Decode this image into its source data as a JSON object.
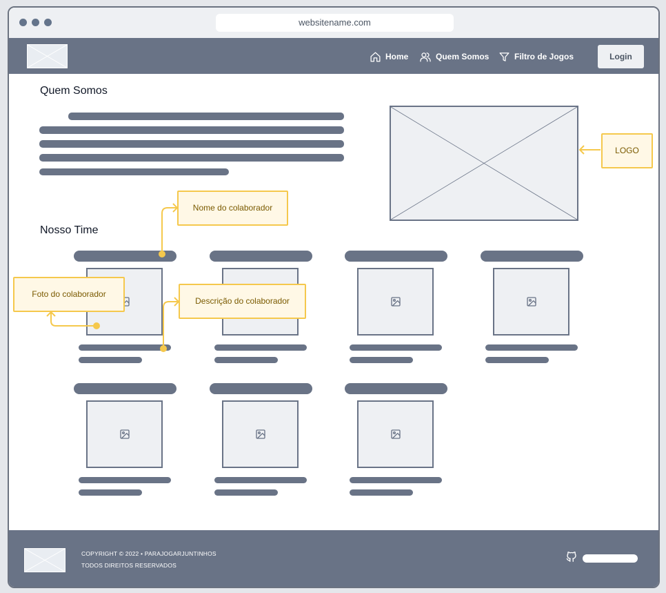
{
  "browser": {
    "url": "websitename.com"
  },
  "nav": {
    "items": [
      {
        "label": "Home",
        "icon": "home-icon"
      },
      {
        "label": "Quem Somos",
        "icon": "users-icon"
      },
      {
        "label": "Filtro de Jogos",
        "icon": "filter-icon"
      }
    ],
    "login_label": "Login"
  },
  "about": {
    "heading": "Quem Somos"
  },
  "team": {
    "heading": "Nosso Time",
    "member_count": 7
  },
  "annotations": {
    "logo": "LOGO",
    "member_name": "Nome do colaborador",
    "member_photo": "Foto do colaborador",
    "member_description": "Descrição do colaborador"
  },
  "footer": {
    "copyright": "COPYRIGHT © 2022 • PARAJOGARJUNTINHOS",
    "rights": "TODOS DIREITOS RESERVADOS",
    "icon": "github-icon"
  },
  "colors": {
    "accent": "#697386",
    "note_border": "#f5c84c",
    "note_fill": "#fff8e6"
  }
}
